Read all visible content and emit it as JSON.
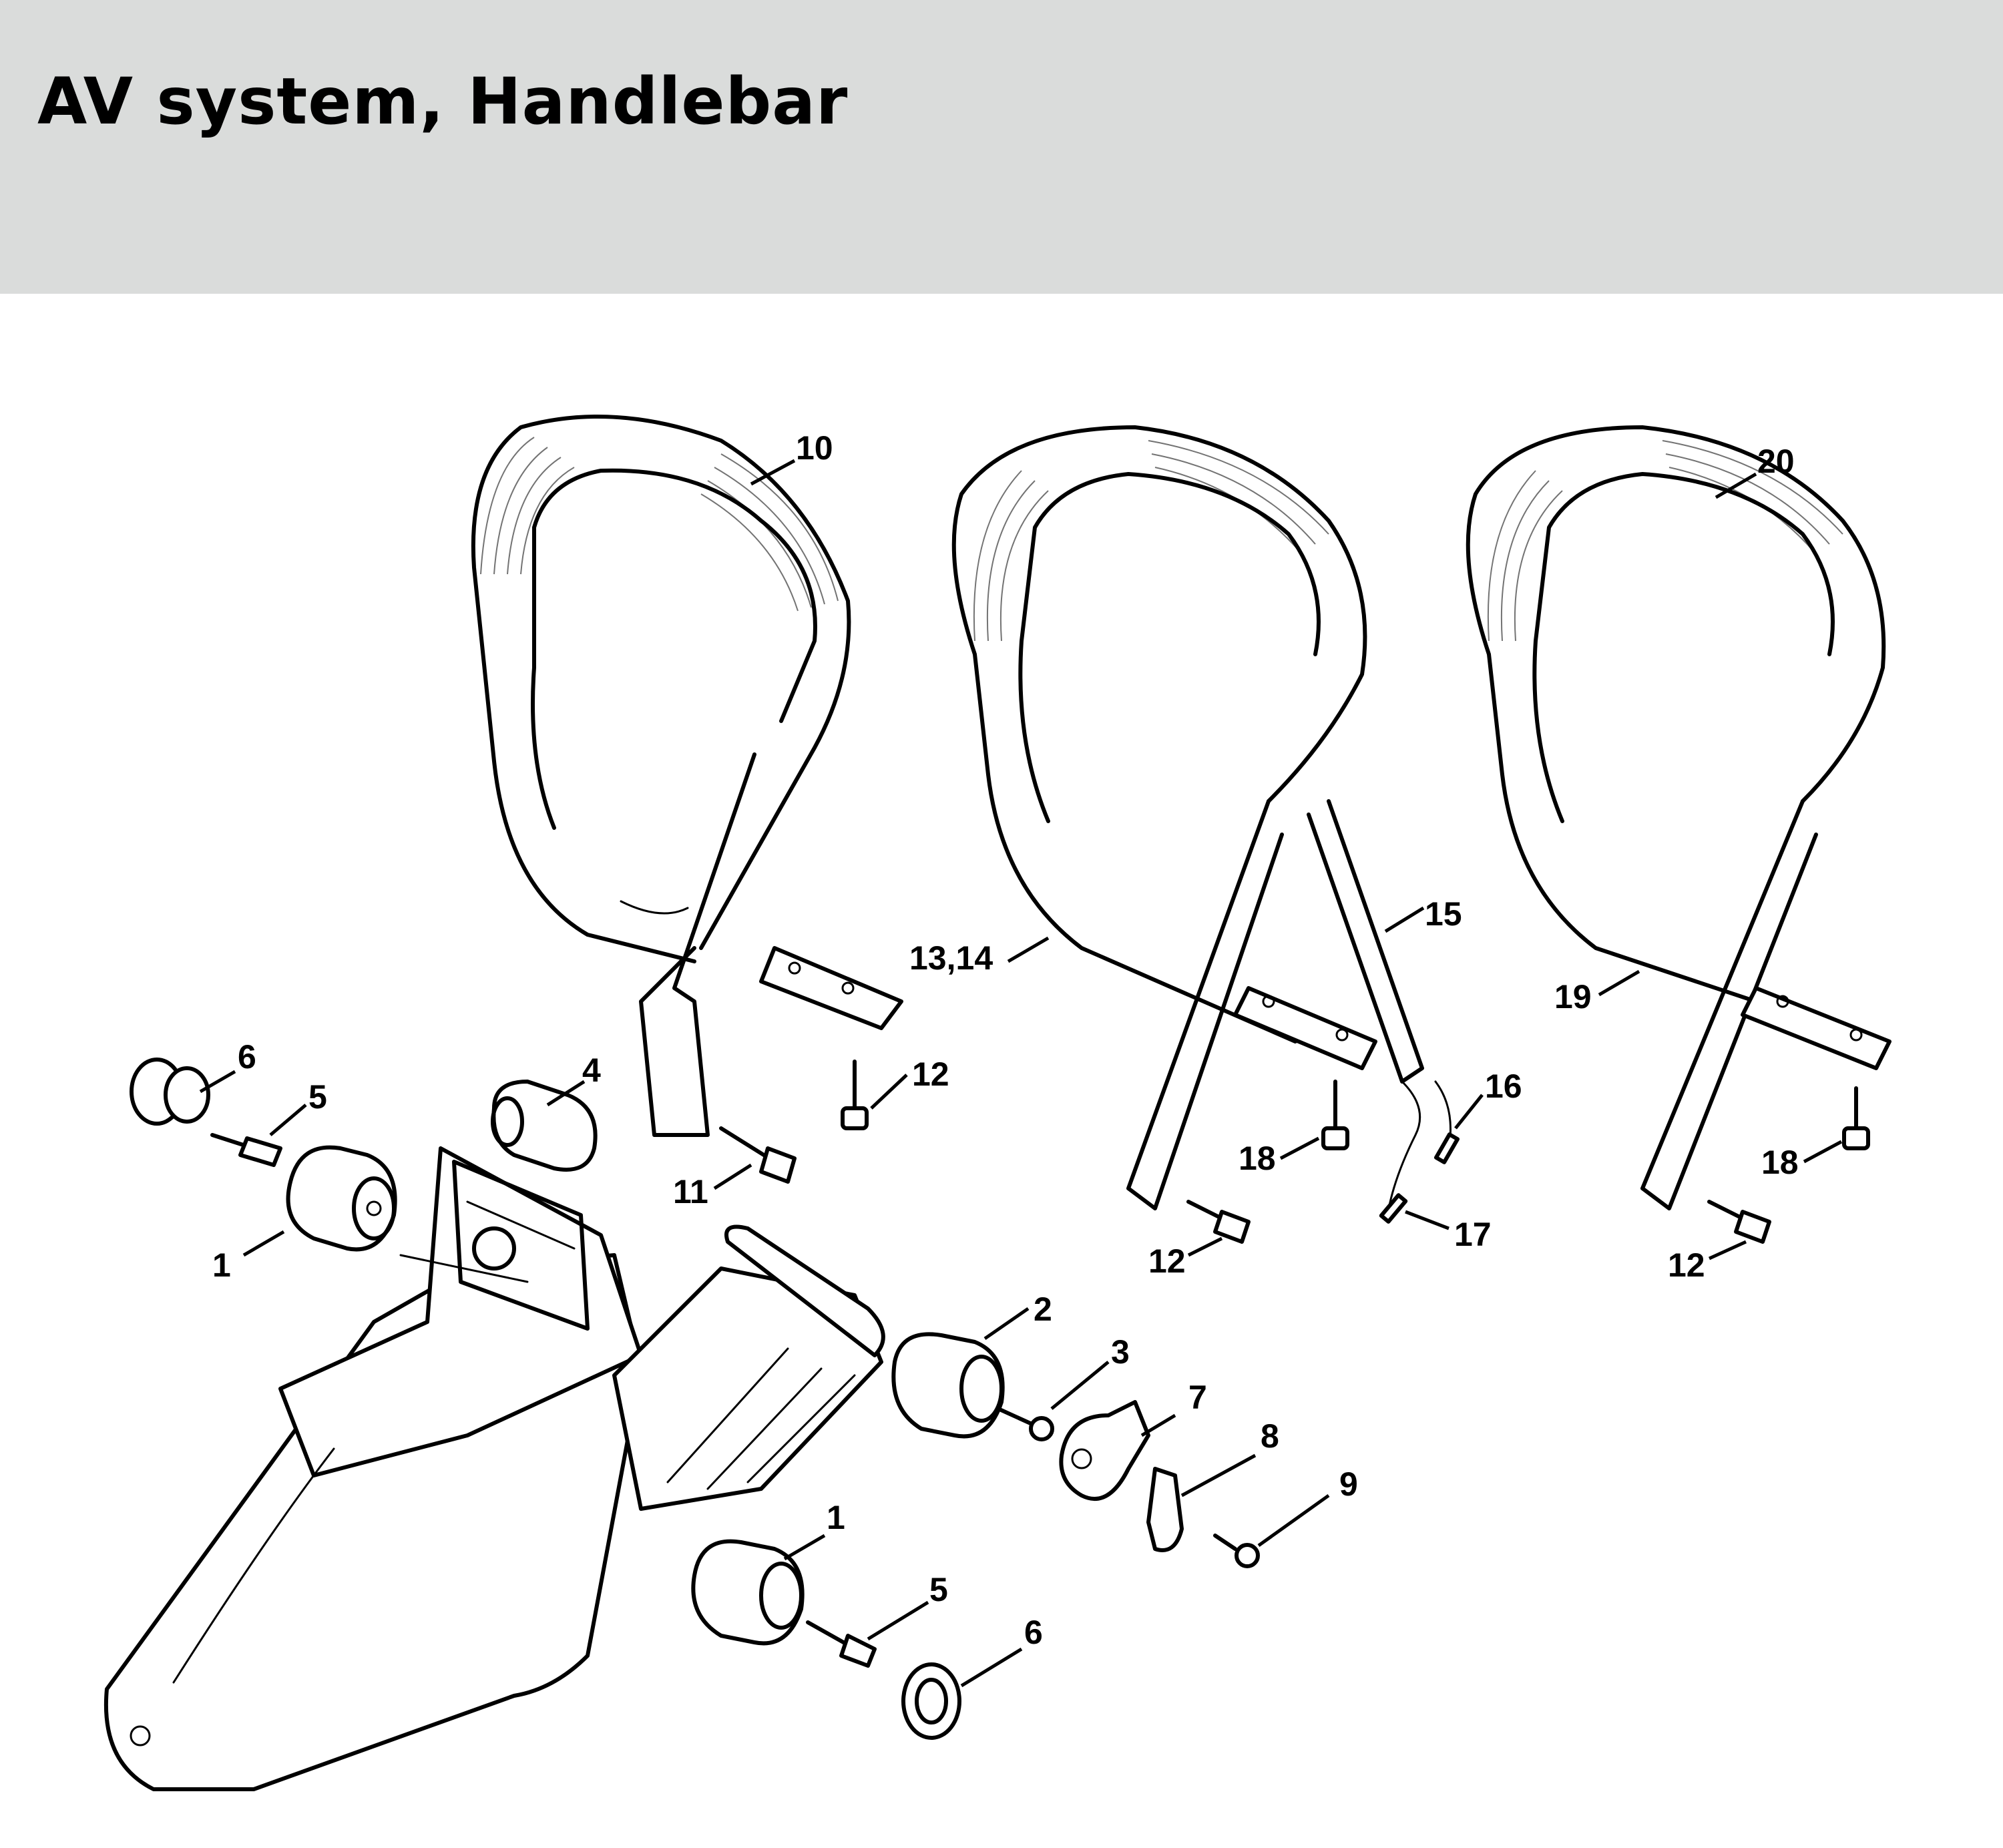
{
  "page": {
    "title": "AV system, Handlebar",
    "header_color": "#dadcdb"
  },
  "callouts": [
    {
      "id": "c10",
      "label": "10"
    },
    {
      "id": "c20",
      "label": "20"
    },
    {
      "id": "c15",
      "label": "15"
    },
    {
      "id": "c1314",
      "label": "13,14"
    },
    {
      "id": "c19",
      "label": "19"
    },
    {
      "id": "c6a",
      "label": "6"
    },
    {
      "id": "c4",
      "label": "4"
    },
    {
      "id": "c5a",
      "label": "5"
    },
    {
      "id": "c12a",
      "label": "12"
    },
    {
      "id": "c16",
      "label": "16"
    },
    {
      "id": "c18a",
      "label": "18"
    },
    {
      "id": "c18b",
      "label": "18"
    },
    {
      "id": "c11",
      "label": "11"
    },
    {
      "id": "c1a",
      "label": "1"
    },
    {
      "id": "c17",
      "label": "17"
    },
    {
      "id": "c12b",
      "label": "12"
    },
    {
      "id": "c12c",
      "label": "12"
    },
    {
      "id": "c2",
      "label": "2"
    },
    {
      "id": "c3",
      "label": "3"
    },
    {
      "id": "c7",
      "label": "7"
    },
    {
      "id": "c8",
      "label": "8"
    },
    {
      "id": "c9",
      "label": "9"
    },
    {
      "id": "c1b",
      "label": "1"
    },
    {
      "id": "c5b",
      "label": "5"
    },
    {
      "id": "c6b",
      "label": "6"
    }
  ]
}
